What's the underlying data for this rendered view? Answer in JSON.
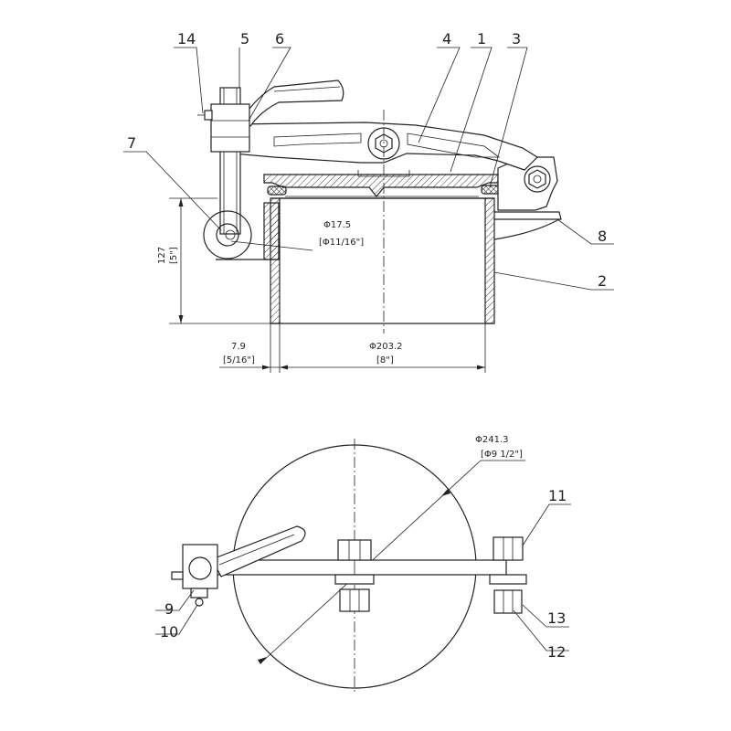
{
  "callouts": {
    "c1": "1",
    "c2": "2",
    "c3": "3",
    "c4": "4",
    "c5": "5",
    "c6": "6",
    "c7": "7",
    "c8": "8",
    "c9": "9",
    "c10": "10",
    "c11": "11",
    "c12": "12",
    "c13": "13",
    "c14": "14"
  },
  "dimensions": {
    "pin_dia_mm": "Φ17.5",
    "pin_dia_in": "[Φ11/16\"]",
    "height_mm": "127",
    "height_in": "[5\"]",
    "wall_mm": "7.9",
    "wall_in": "[5/16\"]",
    "bore_mm": "Φ203.2",
    "bore_in": "[8\"]",
    "cover_dia_mm": "Φ241.3",
    "cover_dia_in": "[Φ9 1/2\"]"
  }
}
